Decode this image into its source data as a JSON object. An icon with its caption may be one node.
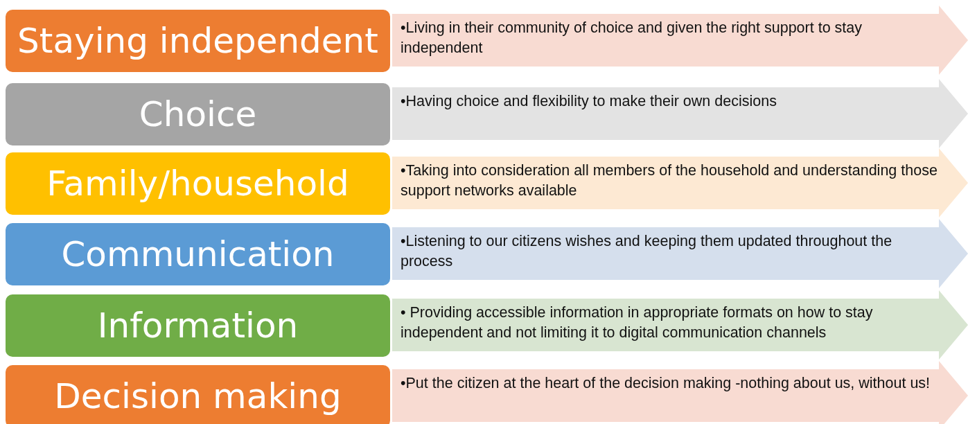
{
  "diagram": {
    "nodes": [
      {
        "text": [
          "Staying independent"
        ]
      },
      {
        "text": [
          "•Living in their community of choice and given the right support to stay independent"
        ]
      },
      {
        "text": [
          "Choice"
        ]
      },
      {
        "text": [
          "•Having choice and flexibility to make their own decisions"
        ]
      },
      {
        "text": [
          "Family/household"
        ]
      },
      {
        "text": [
          "•Taking into consideration all members of the household and understanding those support networks available"
        ]
      },
      {
        "text": [
          "Communication"
        ]
      },
      {
        "text": [
          "•Listening to our citizens wishes and keeping them updated throughout the process"
        ]
      },
      {
        "text": [
          "Information"
        ]
      },
      {
        "text": [
          "• Providing accessible information in appropriate formats on how to stay independent and not limiting it to digital communication channels"
        ]
      },
      {
        "text": [
          "Decision making"
        ]
      },
      {
        "text": [
          "•Put the citizen at the heart of the decision making -nothing about us, without us!"
        ]
      }
    ]
  }
}
